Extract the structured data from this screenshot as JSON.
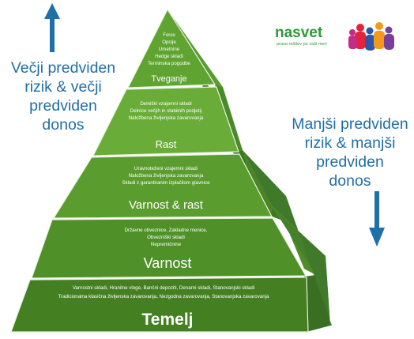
{
  "left_label": [
    "Večji predviden",
    "rizik & večji",
    "predviden",
    "donos"
  ],
  "right_label": [
    "Manjši predviden",
    "rizik & manjši",
    "predviden",
    "donos"
  ],
  "logo": {
    "name": "nasvet",
    "tagline": "prava rešitev po vaši meri"
  },
  "tiers": [
    {
      "title": "Tveganje",
      "items": [
        "Forex",
        "Opcije",
        "Umetnine",
        "Hedge skladi",
        "Terminska pogodbe"
      ]
    },
    {
      "title": "Rast",
      "items": [
        "Delniški vzajemni skladi",
        "Delnice večjih in stabilnih podjetij",
        "Naložbena življenjska zavarovanja"
      ]
    },
    {
      "title": "Varnost & rast",
      "items": [
        "Uravnoteženi vzajemni skladi",
        "Naložbena življenjska zavarovanja",
        "Skladi z garantiranim izplačilom glavnice"
      ]
    },
    {
      "title": "Varnost",
      "items": [
        "Državne obveznice, Zakladne menice,",
        "Obvezniški skladi",
        "Nepremičnine"
      ]
    },
    {
      "title": "Temelj",
      "items": [
        "Varnostni skladi, Hranilne vloge, Bančni depoziti, Denarni skladi, Stanovanjski skladi",
        "Tradicionalna klasična življenska zavarovanja, Nezgodna zavarovanja, Stanovanjska zavarovanja"
      ]
    }
  ],
  "colors": {
    "arrow": "#1f6fa8",
    "text_blue": "#1f6fa8",
    "tier_front": [
      "#5b9e2e",
      "#6aac38",
      "#5a9c2e",
      "#4e8f29",
      "#3f7a1f"
    ],
    "side": "#46802a",
    "side_dark": "#3a6e22",
    "edge": "#e8f0e0",
    "logo_green": "#2d9a37"
  }
}
